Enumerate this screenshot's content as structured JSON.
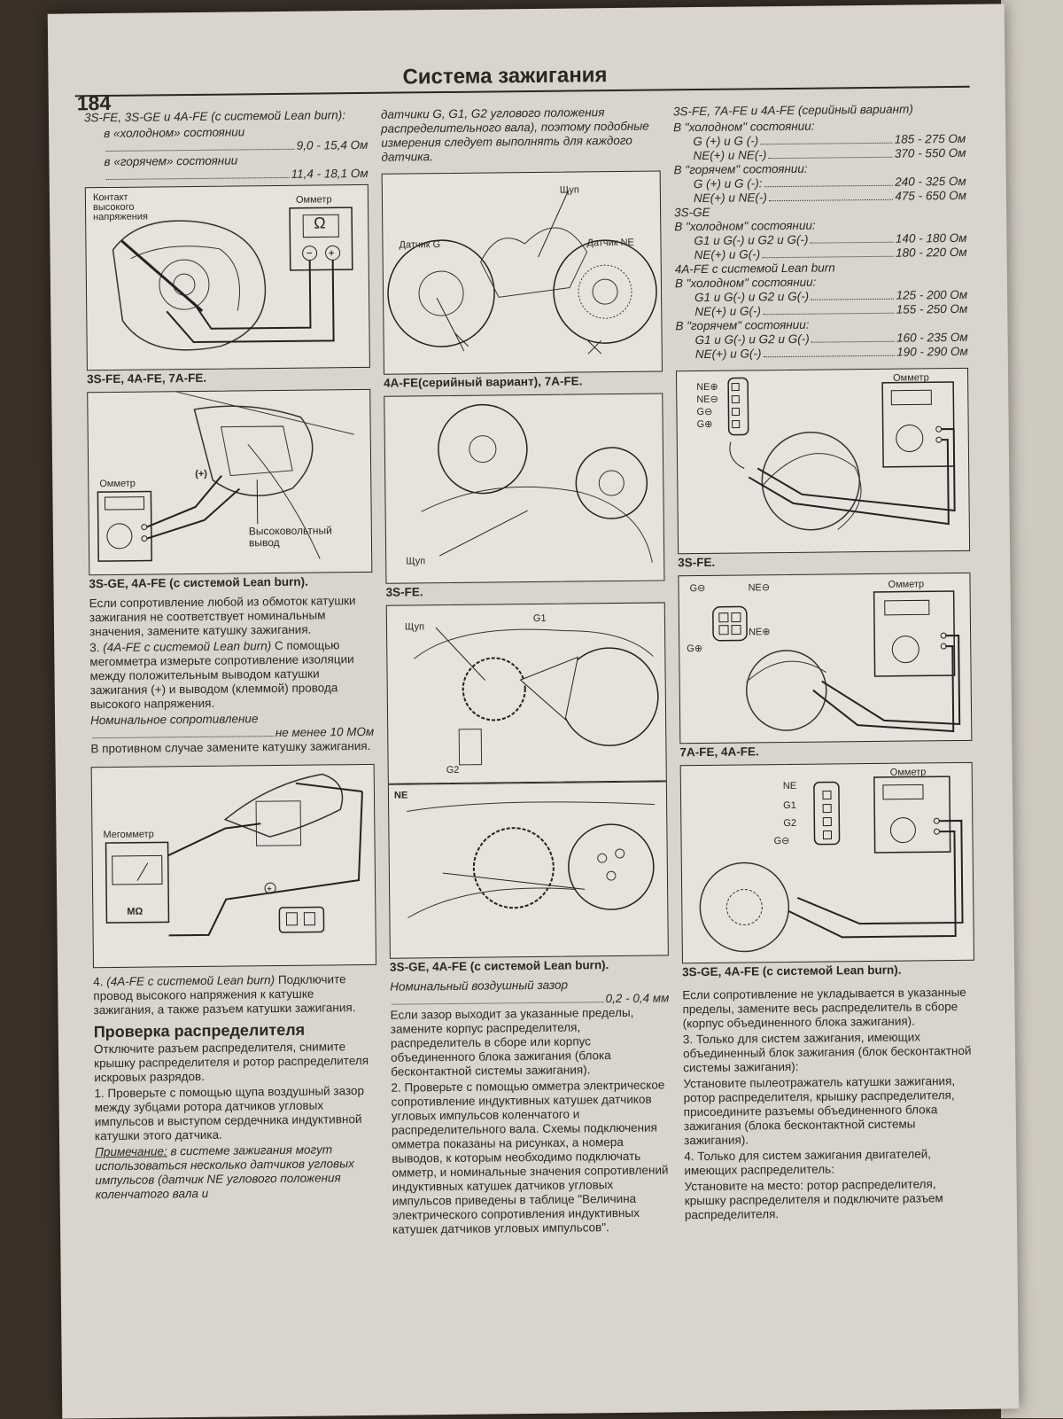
{
  "header": {
    "page_number": "184",
    "title": "Система зажигания"
  },
  "col1": {
    "spec_title": "3S-FE, 3S-GE и 4A-FE (с системой Lean burn):",
    "spec_cold_label": "в «холодном» состоянии",
    "spec_cold_value": "9,0 - 15,4 Ом",
    "spec_hot_label": "в «горячем» состоянии",
    "spec_hot_value": "11,4 - 18,1 Ом",
    "fig1_labels": {
      "contact": "Контакт высокого напряжения",
      "ohmmeter": "Омметр",
      "omega": "Ω"
    },
    "fig1_caption": "3S-FE, 4A-FE, 7A-FE.",
    "fig2_labels": {
      "ohmmeter": "Омметр",
      "plus": "(+)",
      "hv_output": "Высоковольтный вывод"
    },
    "fig2_caption": "3S-GE, 4A-FE (с системой Lean burn).",
    "para1": "Если сопротивление любой из обмоток катушки зажигания не соответствует номинальным значения, замените катушку зажигания.",
    "para2_num": "3.",
    "para2_it": "(4A-FE с системой Lean burn)",
    "para2": "С помощью мегомметра измерьте сопротивление изоляции между положительным выводом катушки зажигания (+) и выводом (клеммой) провода высокого напряжения.",
    "nominal_label": "Номинальное сопротивление",
    "nominal_value": "не менее 10 МОм",
    "para3": "В противном случае замените катушку зажигания.",
    "fig3_labels": {
      "megohmmeter": "Мегомметр",
      "mohm": "МΩ"
    },
    "para4_num": "4.",
    "para4_it": "(4A-FE с системой Lean burn)",
    "para4": "Подключите провод высокого напряжения к катушке зажигания, а также разъем катушки зажигания.",
    "section_title": "Проверка распределителя",
    "para5": "Отключите разъем распределителя, снимите крышку распределителя и ротор распределителя искровых разрядов.",
    "para6": "1. Проверьте с помощью щупа воздушный зазор между зубцами ротора датчиков угловых импульсов и выступом сердечника индуктивной катушки этого датчика.",
    "note_label": "Примечание:",
    "note_text": "в системе зажигания могут использоваться несколько датчиков угловых импульсов (датчик NE углового положения коленчатого вала и"
  },
  "col2": {
    "intro": "датчики G, G1, G2 углового положения распределительного вала), поэтому подобные измерения следует выполнять для каждого датчика.",
    "fig4_labels": {
      "probe": "Щуп",
      "sensor_g": "Датчик G",
      "sensor_ne": "Датчик NE"
    },
    "fig4_caption": "4A-FE(серийный вариант), 7A-FE.",
    "fig5_labels": {
      "probe": "Щуп"
    },
    "fig5_caption": "3S-FE.",
    "fig6_labels": {
      "probe": "Щуп",
      "g1": "G1",
      "g2": "G2"
    },
    "fig7_labels": {
      "ne": "NE"
    },
    "fig67_caption": "3S-GE, 4A-FE (с системой Lean burn).",
    "gap_label": "Номинальный воздушный зазор",
    "gap_value": "0,2 - 0,4 мм",
    "para1": "Если зазор выходит за указанные пределы, замените корпус распределителя, распределитель в сборе или корпус объединенного блока зажигания (блока бесконтактной системы зажигания).",
    "para2": "2. Проверьте с помощью омметра электрическое сопротивление индуктивных катушек датчиков угловых импульсов коленчатого и распределительного вала. Схемы подключения омметра показаны на рисунках, а номера выводов, к которым необходимо подключать омметр, и номинальные значения сопротивлений индуктивных катушек датчиков угловых импульсов приведены в таблице \"Величина электрического сопротивления индуктивных катушек датчиков угловых импульсов\"."
  },
  "col3": {
    "head1": "3S-FE, 7A-FE и 4A-FE (серийный вариант)",
    "cold1": "В \"холодном\" состоянии:",
    "rows_cold1": [
      {
        "label": "G (+) и G (-)",
        "value": "185 - 275 Ом"
      },
      {
        "label": "NE(+) и NE(-)",
        "value": "370 - 550 Ом"
      }
    ],
    "hot1": "В \"горячем\" состоянии:",
    "rows_hot1": [
      {
        "label": "G (+) и G (-):",
        "value": "240 - 325 Ом"
      },
      {
        "label": "NE(+) и NE(-)",
        "value": "475 - 650 Ом"
      }
    ],
    "head2": "3S-GE",
    "cold2": "В \"холодном\" состоянии:",
    "rows_cold2": [
      {
        "label": "G1 и G(-) и G2 и G(-)",
        "value": "140 - 180 Ом"
      },
      {
        "label": "NE(+) и G(-)",
        "value": "180 - 220 Ом"
      }
    ],
    "head3": "4A-FE с системой Lean burn",
    "cold3": "В \"холодном\" состоянии:",
    "rows_cold3": [
      {
        "label": "G1 и G(-) и G2 и G(-)",
        "value": "125 - 200 Ом"
      },
      {
        "label": "NE(+) и G(-)",
        "value": "155 - 250 Ом"
      }
    ],
    "hot3": "В \"горячем\" состоянии:",
    "rows_hot3": [
      {
        "label": "G1 и G(-) и G2 и G(-)",
        "value": "160 - 235 Ом"
      },
      {
        "label": "NE(+) и G(-)",
        "value": "190 - 290 Ом"
      }
    ],
    "fig8_labels": {
      "ohmmeter": "Омметр",
      "ne_plus": "NE⊕",
      "ne_minus": "NE⊖",
      "g_minus": "G⊖",
      "g_plus": "G⊕"
    },
    "fig8_caption": "3S-FE.",
    "fig9_labels": {
      "ohmmeter": "Омметр",
      "g_minus": "G⊖",
      "ne_minus": "NE⊖",
      "ne_plus": "NE⊕",
      "g_plus": "G⊕"
    },
    "fig9_caption": "7A-FE, 4A-FE.",
    "fig10_labels": {
      "ohmmeter": "Омметр",
      "ne": "NE",
      "g1": "G1",
      "g2": "G2",
      "g_minus": "G⊖"
    },
    "fig10_caption": "3S-GE, 4A-FE (с системой Lean burn).",
    "para1": "Если сопротивление не укладывается в указанные пределы, замените весь распределитель в сборе (корпус объединенного блока зажигания).",
    "para2": "3. Только для систем зажигания, имеющих объединенный блок зажигания (блок бесконтактной системы зажигания):",
    "para3": "Установите пылеотражатель катушки зажигания, ротор распределителя, крышку распределителя, присоедините разъемы объединенного блока зажигания (блока бесконтактной системы зажигания).",
    "para4": "4. Только для систем зажигания двигателей, имеющих распределитель:",
    "para5": "Установите на место: ротор распределителя, крышку распределителя и подключите разъем распределителя."
  }
}
